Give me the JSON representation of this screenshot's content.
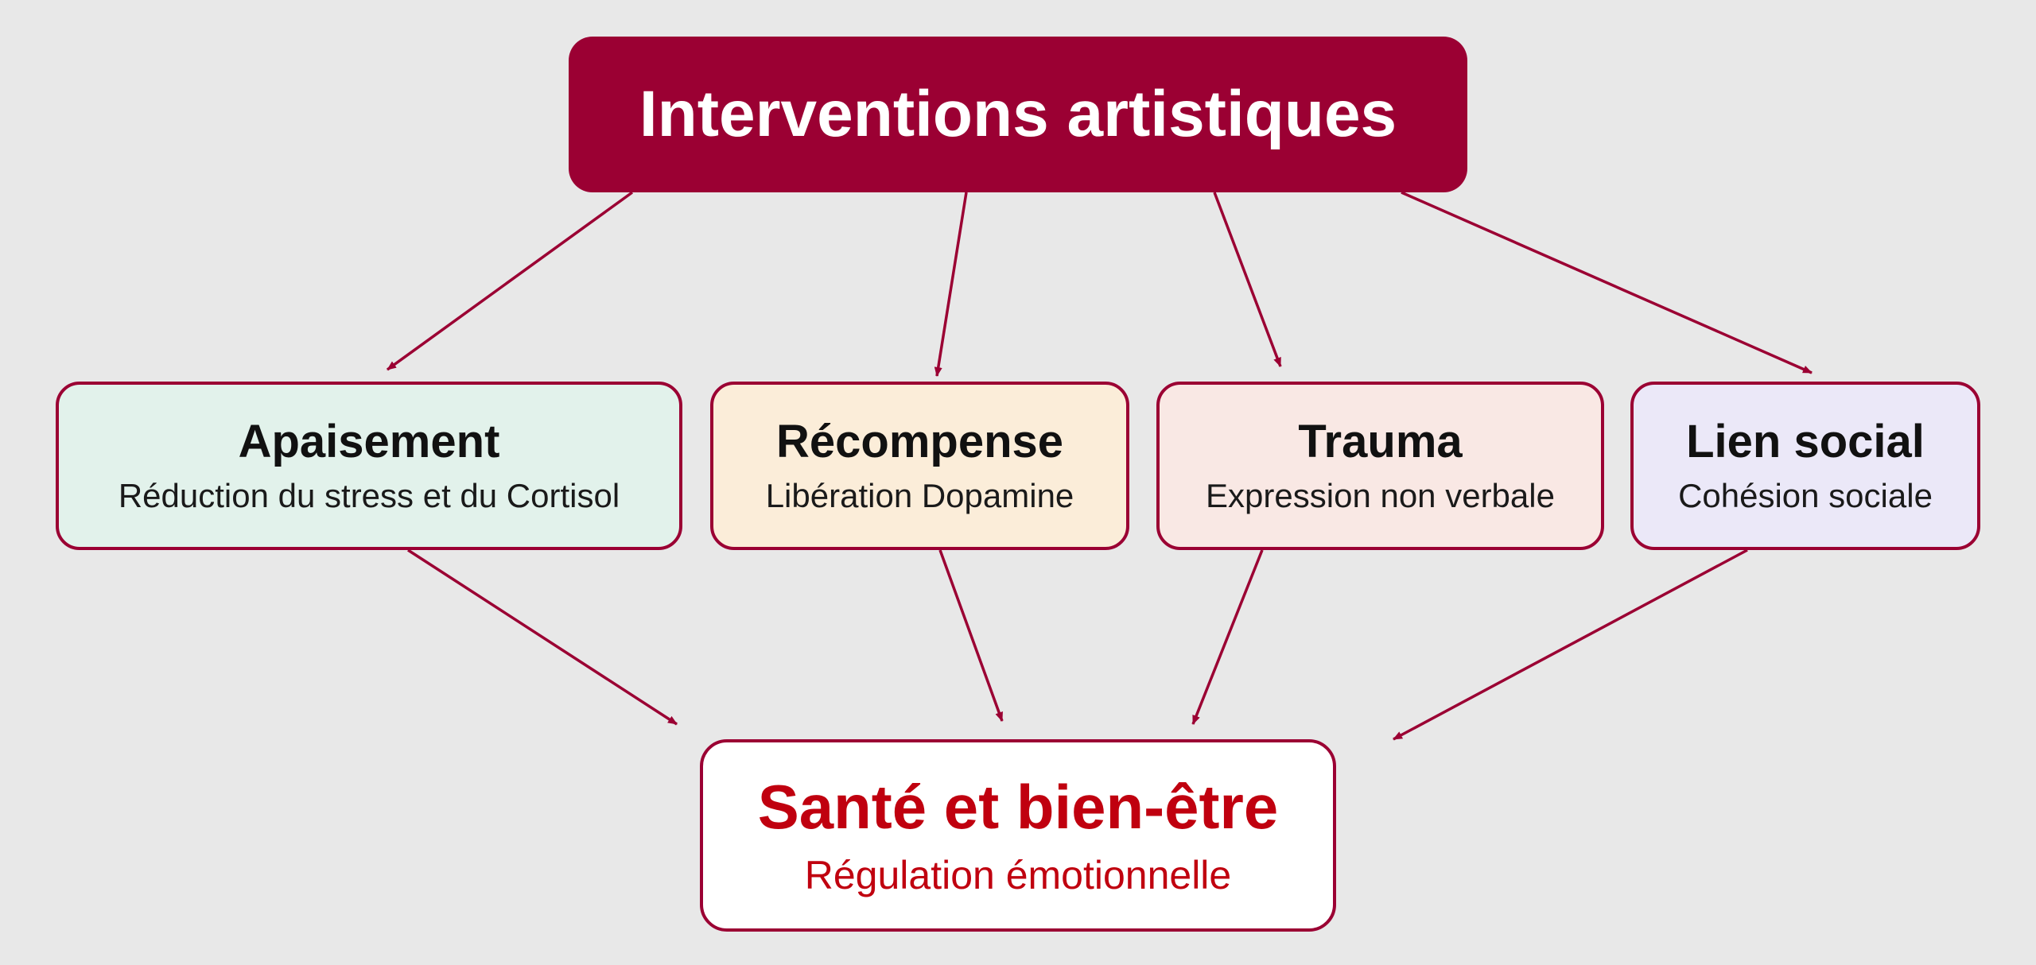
{
  "colors": {
    "background": "#e8e8e8",
    "accent": "#9b0033",
    "result_text": "#c0000f",
    "apaisement_fill": "#e2f2eb",
    "recompense_fill": "#fbedd9",
    "trauma_fill": "#f9e8e4",
    "lien_fill": "#ebe8f8"
  },
  "top": {
    "title": "Interventions artistiques"
  },
  "effects": [
    {
      "title": "Apaisement",
      "description": "Réduction du stress et du Cortisol"
    },
    {
      "title": "Récompense",
      "description": "Libération Dopamine"
    },
    {
      "title": "Trauma",
      "description": "Expression non verbale"
    },
    {
      "title": "Lien social",
      "description": "Cohésion sociale"
    }
  ],
  "result": {
    "title": "Santé et bien-être",
    "description": "Régulation émotionnelle"
  }
}
